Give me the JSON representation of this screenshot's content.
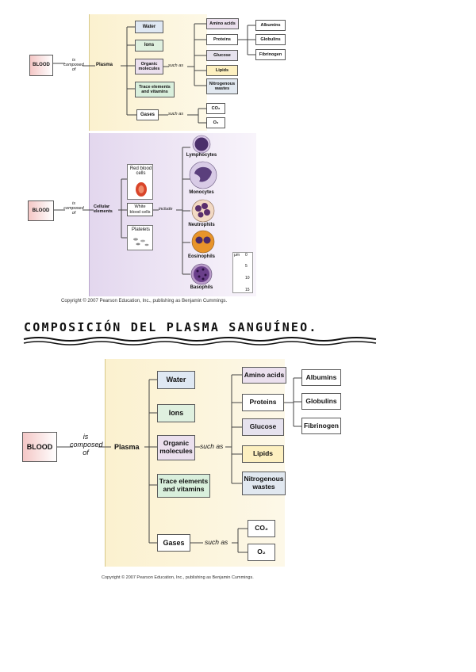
{
  "colors": {
    "blood_bg": "#f4c7c6",
    "plasma_panel": "#fbf1cf",
    "cell_panel": "#e7ddf0",
    "water": "#dfe8f3",
    "ions": "#dff0df",
    "organic": "#ebe0ee",
    "trace": "#d9efdc",
    "gases": "#ffffff",
    "amino": "#ebe0ee",
    "proteins": "#ffffff",
    "glucose": "#e6e2ee",
    "lipids": "#fdf0c0",
    "nitro": "#e1e8f0"
  },
  "top": {
    "blood": "BLOOD",
    "composed": "is\ncomposed\nof",
    "plasma": "Plasma",
    "water": "Water",
    "ions": "Ions",
    "organic": "Organic\nmolecules",
    "trace": "Trace elements\nand vitamins",
    "gases": "Gases",
    "such_as_1": "such as",
    "such_as_2": "such as",
    "amino": "Amino acids",
    "proteins": "Proteins",
    "glucose": "Glucose",
    "lipids": "Lipids",
    "nitro": "Nitrogenous\nwastes",
    "albumins": "Albumins",
    "globulins": "Globulins",
    "fibrinogen": "Fibrinogen",
    "co2": "CO₂",
    "o2": "O₂"
  },
  "cells": {
    "blood": "BLOOD",
    "composed": "is\ncomposed\nof",
    "cellular": "Cellular\nelements",
    "rbc": "Red blood\ncells",
    "wbc": "White\nblood cells",
    "platelets": "Platelets",
    "include": "include",
    "lymphocytes": "Lymphocytes",
    "monocytes": "Monocytes",
    "neutrophils": "Neutrophils",
    "eosinophils": "Eosinophils",
    "basophils": "Basophils",
    "scale_unit": "μm",
    "scale_ticks": [
      "0",
      "5",
      "10",
      "15"
    ]
  },
  "copyright": "Copyright © 2007 Pearson Education, Inc., publishing as Benjamin Cummings.",
  "heading": "COMPOSICIÓN DEL PLASMA SANGUÍNEO.",
  "bottom": {
    "blood": "BLOOD",
    "composed": "is\ncomposed\nof",
    "plasma": "Plasma",
    "water": "Water",
    "ions": "Ions",
    "organic": "Organic\nmolecules",
    "trace": "Trace elements\nand vitamins",
    "gases": "Gases",
    "such_as_1": "such as",
    "such_as_2": "such as",
    "amino": "Amino acids",
    "proteins": "Proteins",
    "glucose": "Glucose",
    "lipids": "Lipids",
    "nitro": "Nitrogenous\nwastes",
    "albumins": "Albumins",
    "globulins": "Globulins",
    "fibrinogen": "Fibrinogen",
    "co2": "CO₂",
    "o2": "O₂",
    "copyright": "Copyright © 2007 Pearson Education, Inc., publishing as Benjamin Cummings."
  }
}
